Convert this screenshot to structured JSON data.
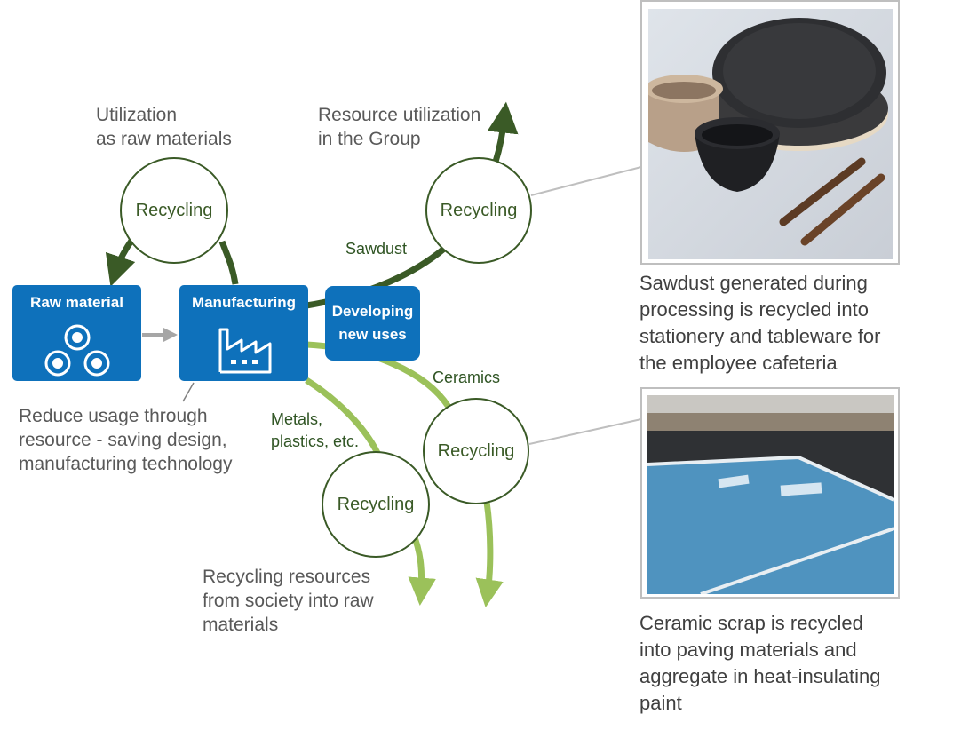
{
  "labels": {
    "utilization_raw": [
      "Utilization",
      "as raw materials"
    ],
    "resource_group": [
      "Resource utilization",
      "in the Group"
    ],
    "sawdust": "Sawdust",
    "ceramics": "Ceramics",
    "metals": [
      "Metals,",
      "plastics, etc."
    ],
    "reduce_usage": [
      "Reduce usage through",
      "resource - saving design,",
      "manufacturing technology"
    ],
    "recycling_society": [
      "Recycling resources",
      "from society into raw",
      "materials"
    ]
  },
  "circles": {
    "recycling_1": "Recycling",
    "recycling_2": "Recycling",
    "recycling_3": "Recycling",
    "recycling_4": "Recycling"
  },
  "boxes": {
    "raw_material": "Raw material",
    "manufacturing": "Manufacturing",
    "developing": [
      "Developing",
      "new uses"
    ]
  },
  "captions": {
    "sawdust_caption": [
      "Sawdust generated during",
      "processing is recycled into",
      "stationery and tableware for",
      "the employee cafeteria"
    ],
    "ceramic_caption": [
      "Ceramic scrap is recycled",
      "into paving materials and",
      "aggregate in heat-insulating",
      "paint"
    ]
  },
  "colors": {
    "dark_green": "#3a5a26",
    "light_green": "#9bc15a",
    "box_blue": "#0e71bb",
    "gray_arrow": "#a6a6a6"
  },
  "icons": {
    "raw_material": "three-circles-icon",
    "manufacturing": "factory-icon"
  }
}
